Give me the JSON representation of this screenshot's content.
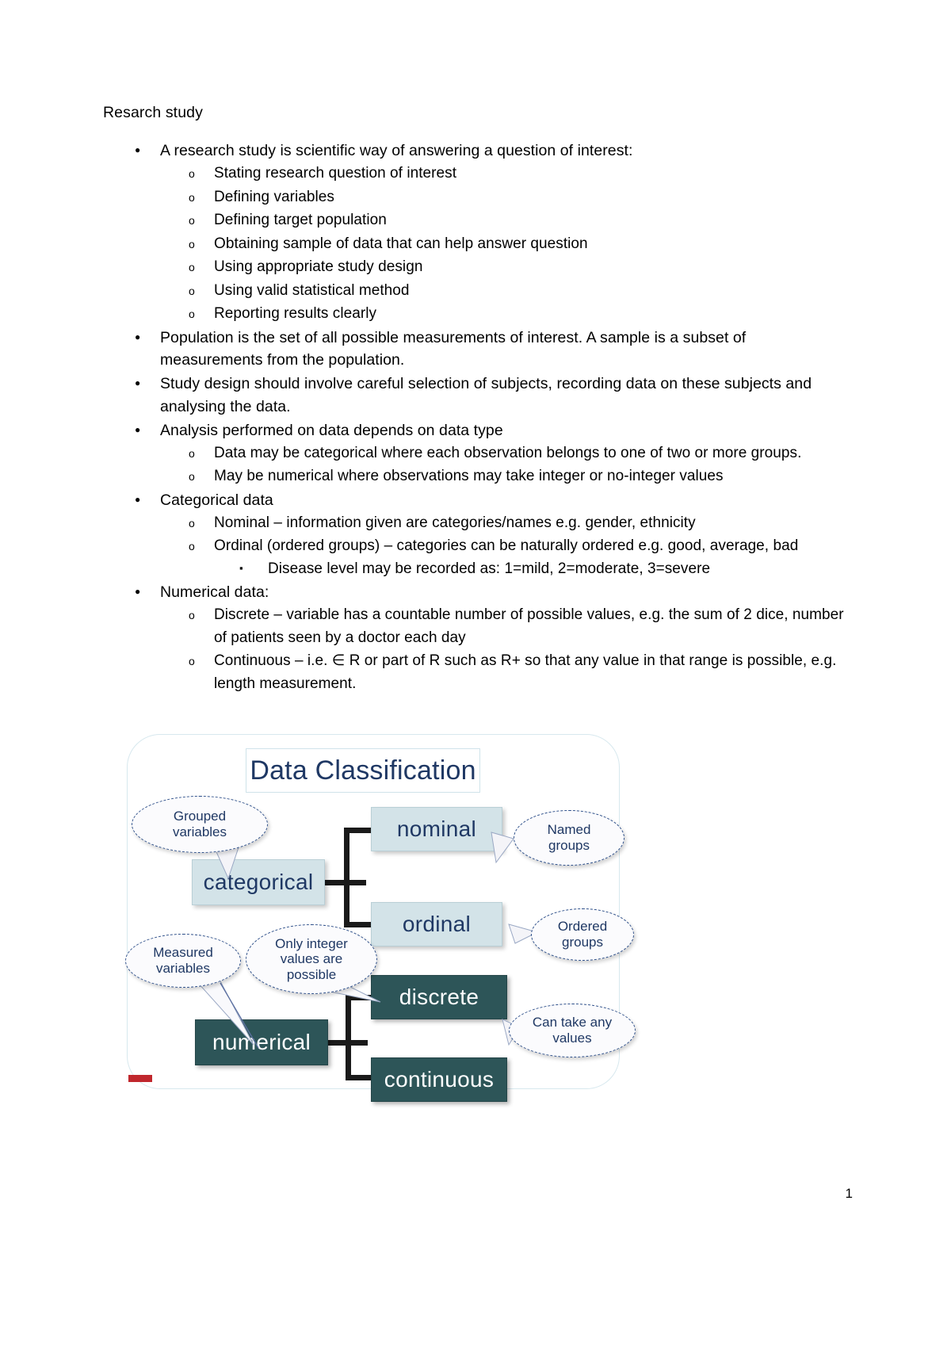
{
  "document": {
    "title": "Resarch study",
    "page_number": "1",
    "bullets": [
      {
        "text": "A research study is scientific way of answering a question of interest:",
        "sub": [
          {
            "text": "Stating research question of interest"
          },
          {
            "text": "Defining variables"
          },
          {
            "text": "Defining target population"
          },
          {
            "text": "Obtaining sample of data that can help answer question"
          },
          {
            "text": "Using appropriate study design"
          },
          {
            "text": "Using valid statistical method"
          },
          {
            "text": "Reporting results clearly"
          }
        ]
      },
      {
        "text": "Population is the set of all possible measurements of interest. A sample is a subset of measurements from the population.",
        "sub": []
      },
      {
        "text": "Study design should involve careful selection of subjects, recording data on these subjects and analysing the data.",
        "sub": []
      },
      {
        "text": "Analysis performed on data depends on data type",
        "sub": [
          {
            "text": "Data may be categorical where each observation belongs to one of two or more groups."
          },
          {
            "text": "May be numerical where observations may take integer or no-integer values"
          }
        ]
      },
      {
        "text": "Categorical data",
        "sub": [
          {
            "text": "Nominal – information given are categories/names e.g. gender, ethnicity"
          },
          {
            "text": "Ordinal (ordered groups) – categories can be naturally ordered e.g. good, average, bad",
            "sub3": [
              {
                "text": "Disease level may be recorded as: 1=mild, 2=moderate, 3=severe"
              }
            ]
          }
        ]
      },
      {
        "text": "Numerical data:",
        "sub": [
          {
            "text": "Discrete – variable has a countable number of possible values, e.g. the sum of 2 dice, number of patients seen by a doctor each day"
          },
          {
            "text": "Continuous – i.e. ∈ R or part of R such as R+ so that any value in that range is possible, e.g. length measurement."
          }
        ]
      }
    ]
  },
  "diagram": {
    "title": "Data Classification",
    "nodes": {
      "categorical": "categorical",
      "nominal": "nominal",
      "ordinal": "ordinal",
      "numerical": "numerical",
      "discrete": "discrete",
      "continuous": "continuous"
    },
    "callouts": {
      "grouped_line1": "Grouped",
      "grouped_line2": "variables",
      "named_line1": "Named",
      "named_line2": "groups",
      "ordered_line1": "Ordered",
      "ordered_line2": "groups",
      "measured_line1": "Measured",
      "measured_line2": "variables",
      "integer_line1": "Only integer",
      "integer_line2": "values are",
      "integer_line3": "possible",
      "anyval_line1": "Can take any",
      "anyval_line2": "values"
    },
    "colors": {
      "light_node": "#d3e3e8",
      "dark_node": "#2d5558",
      "text_blue": "#1f3864",
      "frame": "#d7e8ee",
      "accent_red": "#c0272d"
    }
  }
}
